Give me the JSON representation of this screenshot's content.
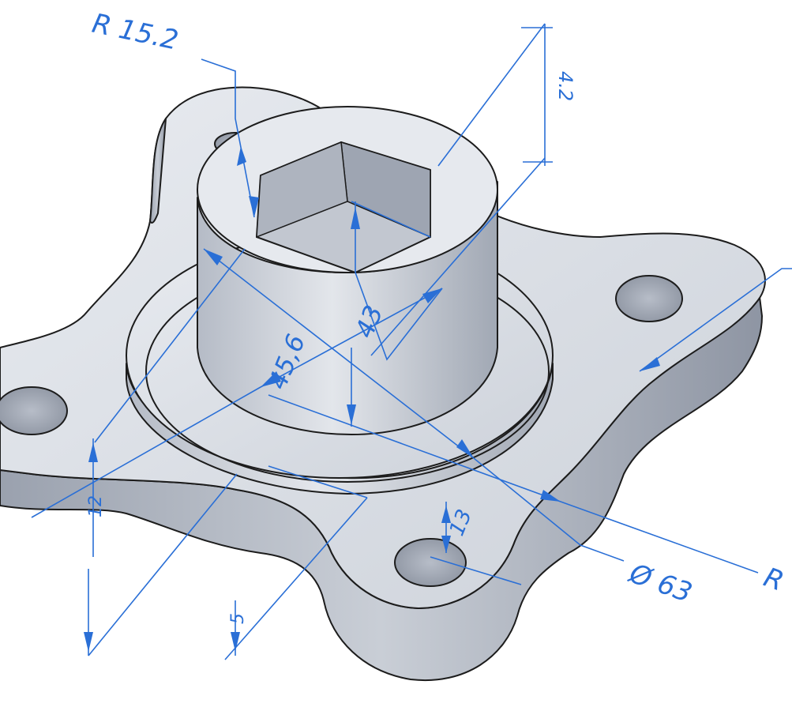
{
  "colors": {
    "background": "#ffffff",
    "dimension": "#2a6fd6",
    "part_top": "#d9dde4",
    "part_side_light": "#c7ccd5",
    "part_side_dark": "#a8aebb",
    "edge": "#1c1c1c"
  },
  "dimensions": {
    "r_top": "R 15.2",
    "d_outer": "Ø 63",
    "r_right": "R",
    "hex_height": "43",
    "boss_dia": "45,6",
    "hole_small": "13",
    "depth_top": "4.2",
    "flange_thk": "12",
    "base_thk": "5"
  }
}
